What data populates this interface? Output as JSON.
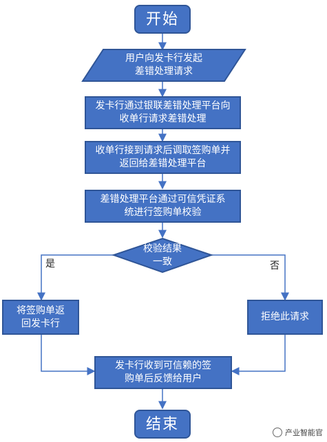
{
  "nodes": {
    "start": "开始",
    "input": "用户向发卡行发起差错处理请求",
    "step1": "发卡行通过银联差错处理平台向收单行请求差错处理",
    "step2": "收单行接到请求后调取签购单并返回给差错处理平台",
    "step3": "差错处理平台通过可信凭证系统进行签购单校验",
    "decision": "校验结果一致",
    "yes_action": "将签购单返回发卡行",
    "no_action": "拒绝此请求",
    "merge": "发卡行收到可信赖的签购单后反馈给用户",
    "end": "结束"
  },
  "edges": {
    "yes_label": "是",
    "no_label": "否"
  },
  "watermark": {
    "text": "产业智能官"
  },
  "colors": {
    "fill": "#4472c4",
    "border": "#2f5597",
    "arrow": "#4472c4"
  }
}
